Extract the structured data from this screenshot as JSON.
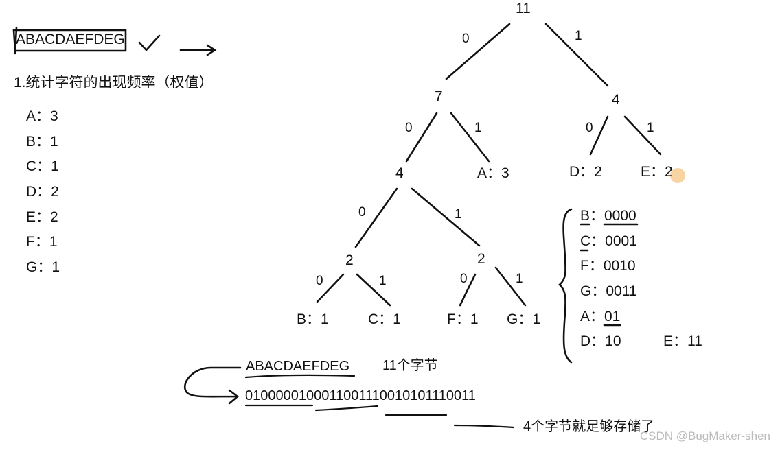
{
  "header": {
    "input_string": "ABACDAEFDEG"
  },
  "step_title": "1.统计字符的出现频率（权值）",
  "frequencies": [
    "A：3",
    "B：1",
    "C：1",
    "D：2",
    "E：2",
    "F：1",
    "G：1"
  ],
  "tree": {
    "nodes": [
      "11",
      "7",
      "4",
      "4",
      "A：3",
      "D：2",
      "E：2",
      "2",
      "2",
      "B：1",
      "C：1",
      "F：1",
      "G：1"
    ],
    "edge_labels": [
      "0",
      "1",
      "0",
      "1",
      "0",
      "1",
      "0",
      "1",
      "0",
      "1",
      "0",
      "1"
    ]
  },
  "codes": [
    "B：0000",
    "C：0001",
    "F：0010",
    "G：0011",
    "A：01",
    "D：10",
    "E：11"
  ],
  "encoding": {
    "original": "ABACDAEFDEG",
    "original_size": "11个字节",
    "encoded": "0100000100011001110010101110011",
    "encoded_size": "4个字节就足够存储了"
  },
  "watermark": "CSDN @BugMaker-shen",
  "colors": {
    "ink": "#111111",
    "cursor": "#f5c98a"
  }
}
